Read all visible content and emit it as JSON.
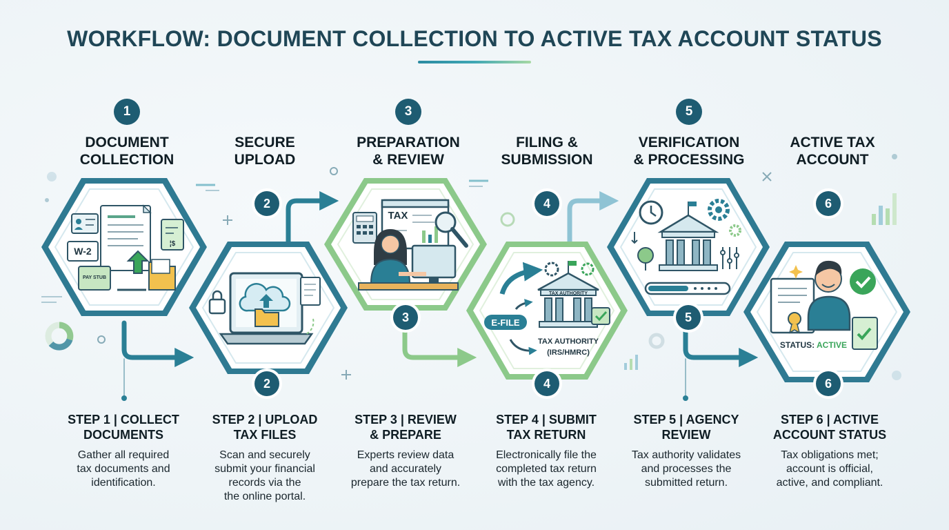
{
  "title": "WORKFLOW: DOCUMENT COLLECTION TO ACTIVE TAX ACCOUNT STATUS",
  "stages": [
    {
      "number": "1",
      "heading_line1": "DOCUMENT",
      "heading_line2": "COLLECTION",
      "badge": "",
      "step_line1": "STEP 1 | COLLECT",
      "step_line2": "DOCUMENTS",
      "description": "Gather all required\ntax documents and\nidentification."
    },
    {
      "number": "",
      "heading_line1": "SECURE",
      "heading_line2": "UPLOAD",
      "badge": "2",
      "step_line1": "STEP 2 | UPLOAD",
      "step_line2": "TAX FILES",
      "description": "Scan and securely\nsubmit your financial\nrecords via the\nthe online portal."
    },
    {
      "number": "3",
      "heading_line1": "PREPARATION",
      "heading_line2": "& REVIEW",
      "badge": "3",
      "step_line1": "STEP 3 | REVIEW",
      "step_line2": "& PREPARE",
      "description": "Experts review data\nand accurately\nprepare the tax return."
    },
    {
      "number": "",
      "heading_line1": "FILING &",
      "heading_line2": "SUBMISSION",
      "badge": "4",
      "step_line1": "STEP 4 | SUBMIT",
      "step_line2": "TAX RETURN",
      "description": "Electronically file the\ncompleted tax return\nwith the tax agency."
    },
    {
      "number": "5",
      "heading_line1": "VERIFICATION",
      "heading_line2": "& PROCESSING",
      "badge": "5",
      "step_line1": "STEP 5 | AGENCY",
      "step_line2": "REVIEW",
      "description": "Tax authority validates\nand processes the\nsubmitted return."
    },
    {
      "number": "",
      "heading_line1": "ACTIVE TAX",
      "heading_line2": "ACCOUNT",
      "badge": "6",
      "step_line1": "STEP 6 | ACTIVE",
      "step_line2": "ACCOUNT STATUS",
      "description": "Tax obligations met;\naccount is official,\nactive, and compliant."
    }
  ],
  "mid_numbers": {
    "upload": "2",
    "filing": "4",
    "active": "6"
  },
  "illustration_labels": {
    "w2": "W-2",
    "pay_stub": "PAY STUB",
    "tax_sheet": "TAX",
    "efile": "E-FILE",
    "authority_sign": "TAX AUTHORITY",
    "authority_caption_line1": "TAX AUTHORITY",
    "authority_caption_line2": "(IRS/HMRC)",
    "status_label": "STATUS:",
    "status_value": "ACTIVE"
  },
  "colors": {
    "dark_teal": "#1e5c72",
    "teal": "#2a7f95",
    "green": "#7bbf78",
    "light_green": "#a8d8a0",
    "hex_border_blue": "#2f7a92",
    "hex_border_green": "#8cc98a",
    "status_green": "#3aa55a"
  }
}
